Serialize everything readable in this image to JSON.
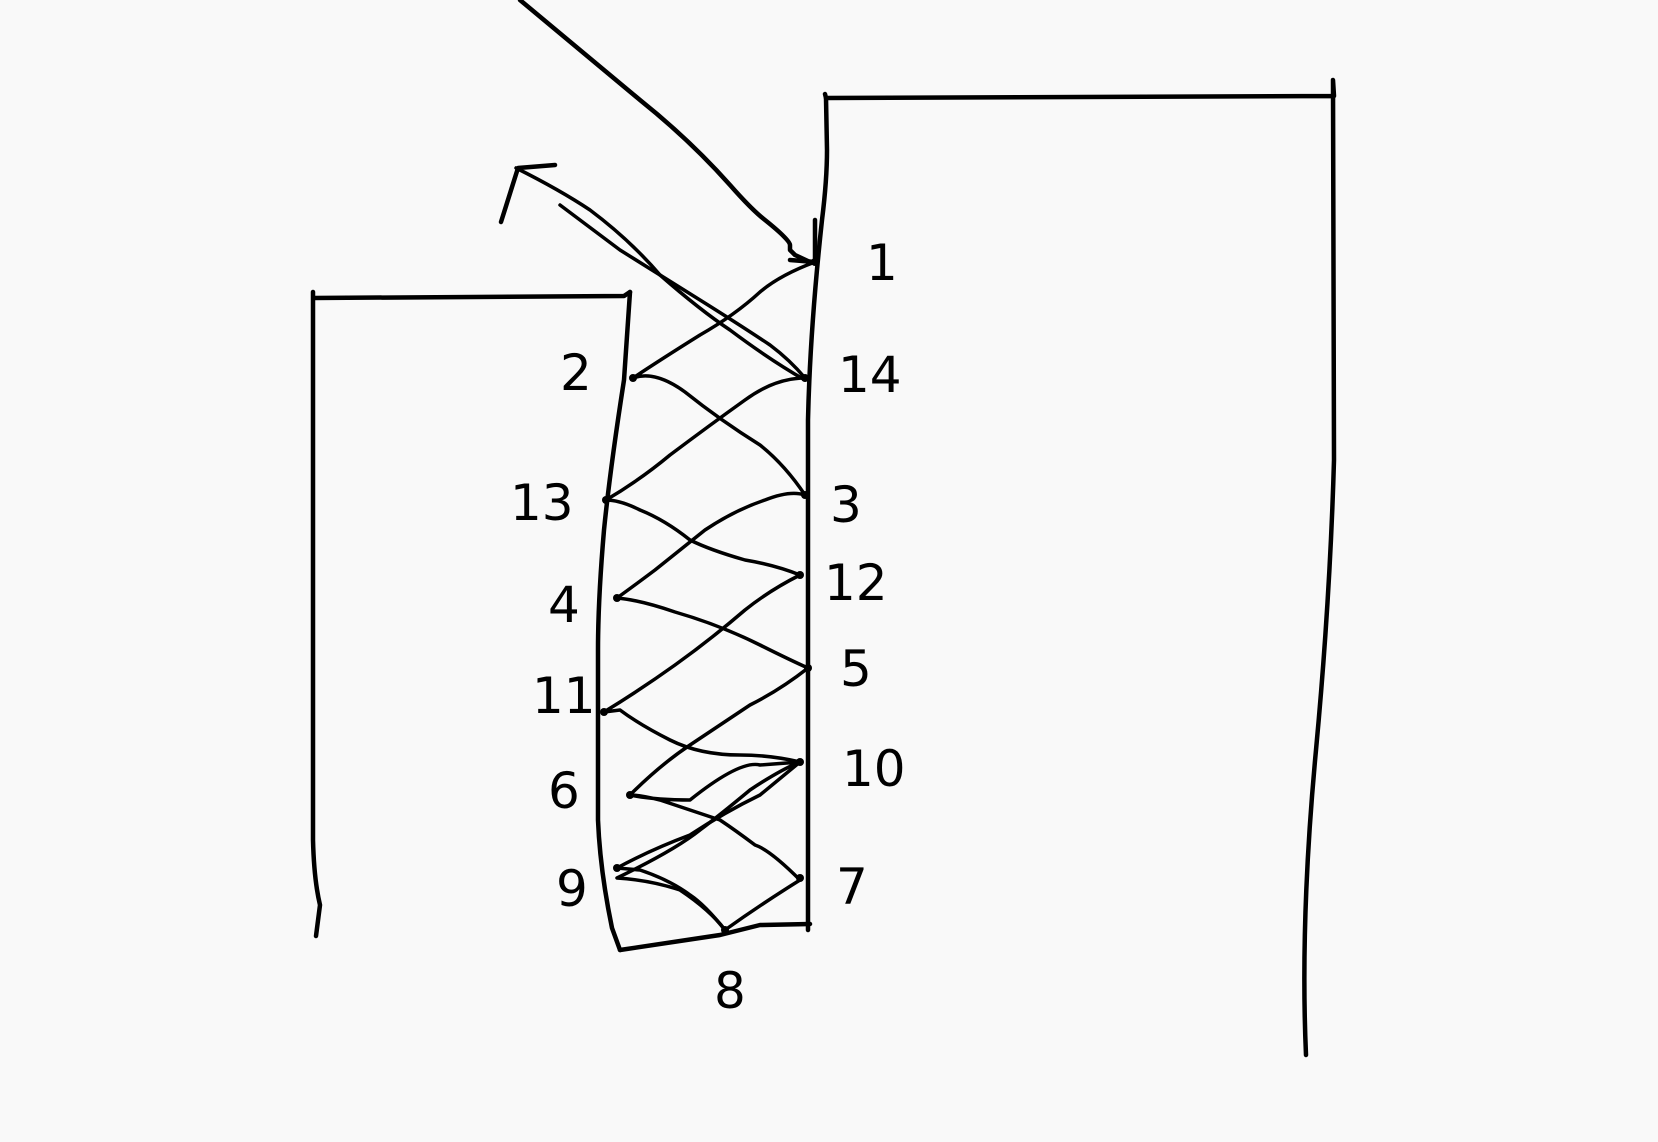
{
  "diagram": {
    "stroke_color": "#000000",
    "background_color": "#f9f9f9",
    "lace_labels": {
      "l1": "1",
      "l2": "2",
      "l3": "3",
      "l4": "4",
      "l5": "5",
      "l6": "6",
      "l7": "7",
      "l8": "8",
      "l9": "9",
      "l10": "10",
      "l11": "11",
      "l12": "12",
      "l13": "13",
      "l14": "14"
    }
  }
}
